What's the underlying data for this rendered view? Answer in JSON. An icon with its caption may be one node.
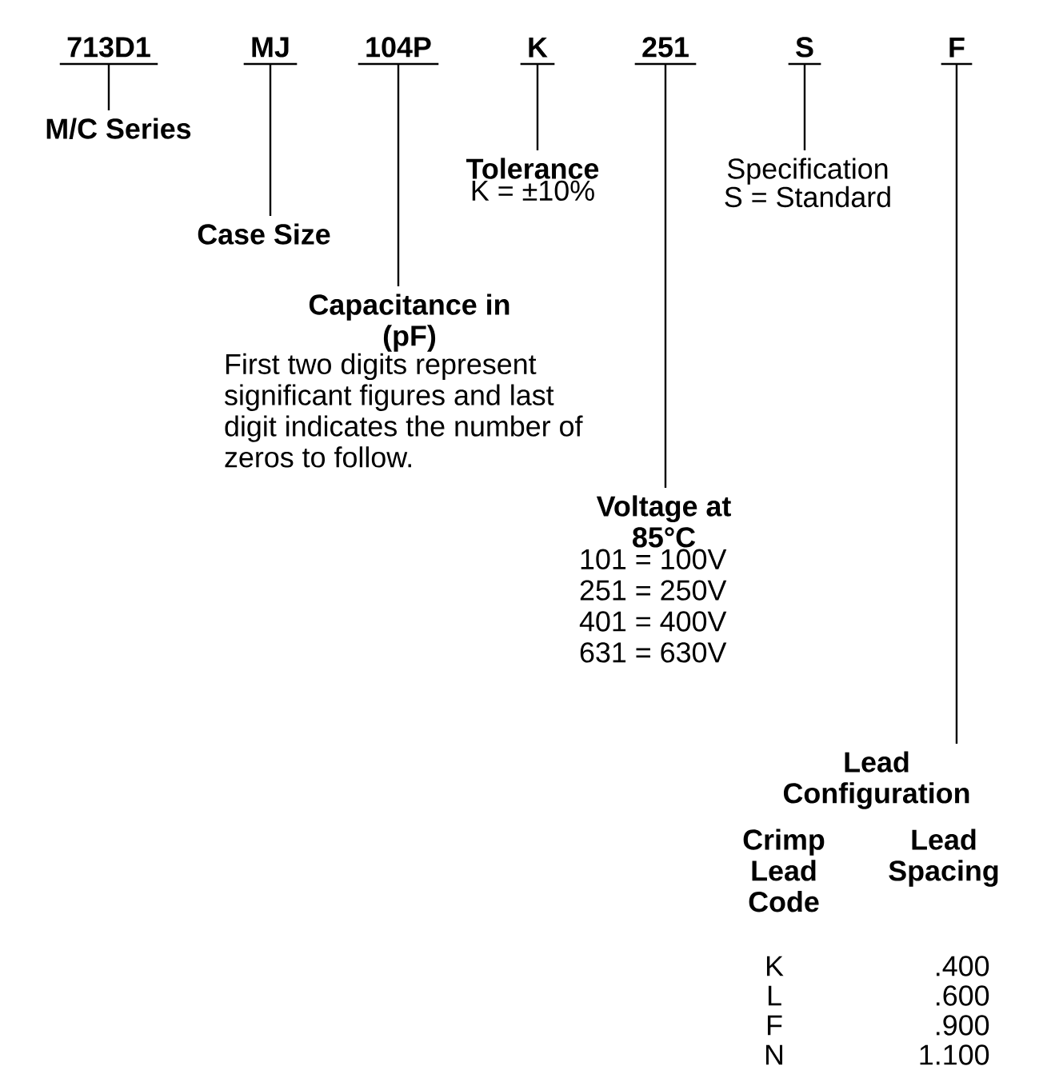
{
  "diagram": {
    "nodes": [
      {
        "text": [
          "713D1"
        ]
      },
      {
        "text": [
          "MJ"
        ]
      },
      {
        "text": [
          "104P"
        ]
      },
      {
        "text": [
          "K"
        ]
      },
      {
        "text": [
          "251"
        ]
      },
      {
        "text": [
          "S"
        ]
      },
      {
        "text": [
          "F"
        ]
      },
      {
        "text": [
          "M/C Series"
        ]
      },
      {
        "text": [
          "Case Size"
        ]
      },
      {
        "text": [
          "Capacitance in (pF)",
          "First two digits represent significant figures and last digit indicates the number of zeros to follow."
        ]
      },
      {
        "text": [
          "Tolerance",
          "K = ±10%"
        ]
      },
      {
        "text": [
          "Voltage at 85°C",
          "101 = 100V",
          "251 = 250V",
          "401 = 400V",
          "631 = 630V"
        ]
      },
      {
        "text": [
          "Specification",
          "S = Standard"
        ]
      },
      {
        "text": [
          "Lead Configuration"
        ]
      }
    ],
    "edges": [
      {
        "from": 0,
        "to": 7,
        "arrow": "none"
      },
      {
        "from": 1,
        "to": 8,
        "arrow": "none"
      },
      {
        "from": 2,
        "to": 9,
        "arrow": "none"
      },
      {
        "from": 3,
        "to": 10,
        "arrow": "none"
      },
      {
        "from": 4,
        "to": 11,
        "arrow": "none"
      },
      {
        "from": 5,
        "to": 12,
        "arrow": "none"
      },
      {
        "from": 6,
        "to": 13,
        "arrow": "none"
      }
    ],
    "labels": [
      "Crimp Lead Code",
      "Lead Spacing",
      "K",
      ".400",
      "L",
      ".600",
      "F",
      ".900",
      "N",
      "1.100"
    ]
  }
}
